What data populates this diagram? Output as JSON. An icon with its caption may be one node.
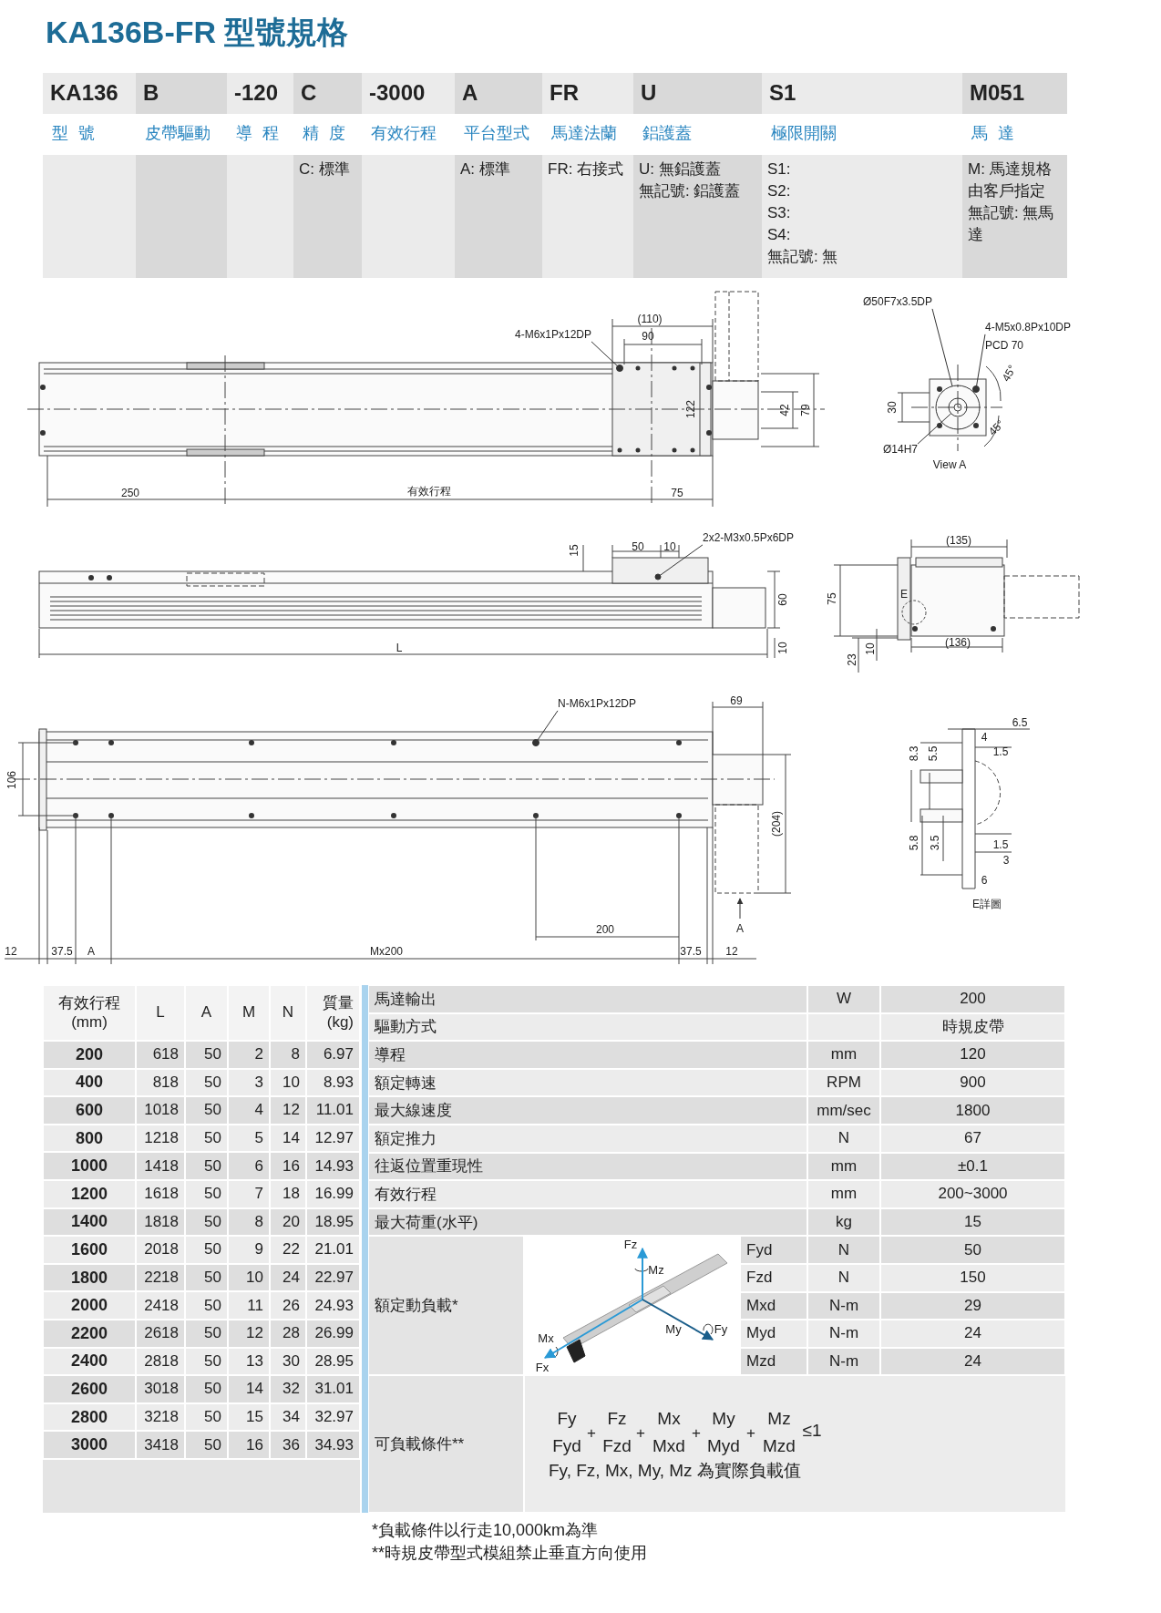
{
  "diagram": {
    "title": "KA136B-FR 型號規格",
    "nodes": [
      {
        "text": [
          "4-M6x1Px12DP"
        ]
      },
      {
        "text": [
          "Ø50F7x3.5DP"
        ]
      },
      {
        "text": [
          "4-M5x0.8Px10DP"
        ],
        "beside": [
          "PCD 70"
        ]
      },
      {
        "text": [
          "Ø14H7"
        ]
      },
      {
        "text": [
          "2x2-M3x0.5Px6DP"
        ]
      },
      {
        "text": [
          "N-M6x1Px12DP"
        ]
      },
      {
        "text": [],
        "shape": "circle"
      },
      {
        "text": [],
        "shape": "circle"
      },
      {
        "text": [],
        "shape": "circle"
      },
      {
        "text": [],
        "shape": "circle",
        "in": 7
      },
      {
        "text": [],
        "shape": "circle"
      },
      {
        "text": [],
        "shape": "circle"
      }
    ],
    "edges": [
      {
        "from": 0,
        "to": 6,
        "arrow": "none"
      },
      {
        "from": 1,
        "to": 7,
        "arrow": "none"
      },
      {
        "from": 2,
        "to": 8,
        "arrow": "none"
      },
      {
        "from": 3,
        "to": 9,
        "arrow": "none"
      },
      {
        "from": 4,
        "to": 10,
        "arrow": "none"
      },
      {
        "from": 5,
        "to": 11,
        "arrow": "none"
      }
    ],
    "labels": [
      "KA136",
      "B",
      "-120",
      "C",
      "-3000",
      "A",
      "FR",
      "U",
      "S1",
      "M051",
      "型號",
      "皮帶驅動",
      "導程",
      "精度",
      "有效行程",
      "平台型式",
      "馬達法蘭",
      "鋁護蓋",
      "極限開關",
      "馬達",
      "C: 標準",
      "A: 標準",
      "FR: 右接式",
      "U: 無鋁護蓋",
      "無記號: 鋁護蓋",
      "S1:",
      "S2:",
      "S3:",
      "S4:",
      "無記號: 無",
      "M: 馬達規格由客戶指定",
      "無記號: 無馬達",
      "(110)",
      "90",
      "122",
      "42",
      "79",
      "250",
      "有效行程",
      "75",
      "45°",
      "30",
      "45°",
      "View A",
      "15",
      "50",
      "10",
      "60",
      "10",
      "L",
      "(135)",
      "75",
      "E",
      "(136)",
      "23",
      "10",
      "69",
      "106",
      "(204)",
      "200",
      "A",
      "12",
      "37.5",
      "A",
      "Mx200",
      "37.5",
      "12",
      "6.5",
      "8.3",
      "5.5",
      "4",
      "1.5",
      "5.8",
      "3.5",
      "1.5",
      "3",
      "6",
      "E詳圖",
      "有效行程 (mm)",
      "L",
      "A",
      "M",
      "N",
      "質量 (kg)",
      "200",
      "618",
      "50",
      "2",
      "8",
      "6.97",
      "400",
      "818",
      "50",
      "3",
      "10",
      "8.93",
      "600",
      "1018",
      "50",
      "4",
      "12",
      "11.01",
      "800",
      "1218",
      "50",
      "5",
      "14",
      "12.97",
      "1000",
      "1418",
      "50",
      "6",
      "16",
      "14.93",
      "1200",
      "1618",
      "50",
      "7",
      "18",
      "16.99",
      "1400",
      "1818",
      "50",
      "8",
      "20",
      "18.95",
      "1600",
      "2018",
      "50",
      "9",
      "22",
      "21.01",
      "1800",
      "2218",
      "50",
      "10",
      "24",
      "22.97",
      "2000",
      "2418",
      "50",
      "11",
      "26",
      "24.93",
      "2200",
      "2618",
      "50",
      "12",
      "28",
      "26.99",
      "2400",
      "2818",
      "50",
      "13",
      "30",
      "28.95",
      "2600",
      "3018",
      "50",
      "14",
      "32",
      "31.01",
      "2800",
      "3218",
      "50",
      "15",
      "34",
      "32.97",
      "3000",
      "3418",
      "50",
      "16",
      "36",
      "34.93",
      "馬達輸出",
      "W",
      "200",
      "驅動方式",
      "時規皮帶",
      "導程",
      "mm",
      "120",
      "額定轉速",
      "RPM",
      "900",
      "最大線速度",
      "mm/sec",
      "1800",
      "額定推力",
      "N",
      "67",
      "往返位置重現性",
      "mm",
      "±0.1",
      "有效行程",
      "mm",
      "200~3000",
      "最大荷重(水平)",
      "kg",
      "15",
      "額定動負載*",
      "Fz",
      "Mz",
      "My",
      "Fy",
      "Mx",
      "Fx",
      "Fyd",
      "N",
      "50",
      "Fzd",
      "N",
      "150",
      "Mxd",
      "N-m",
      "29",
      "Myd",
      "N-m",
      "24",
      "Mzd",
      "N-m",
      "24",
      "可負載條件**",
      "Fy",
      "Fyd",
      "+",
      "Fz",
      "Fzd",
      "+",
      "Mx",
      "Mxd",
      "+",
      "My",
      "Myd",
      "+",
      "Mz",
      "Mzd",
      "≤1",
      "Fy, Fz, Mx, My, Mz 為實際負載值",
      "*負載條件以行走10,000km為準",
      "**時規皮帶型式模組禁止垂直方向使用"
    ]
  }
}
